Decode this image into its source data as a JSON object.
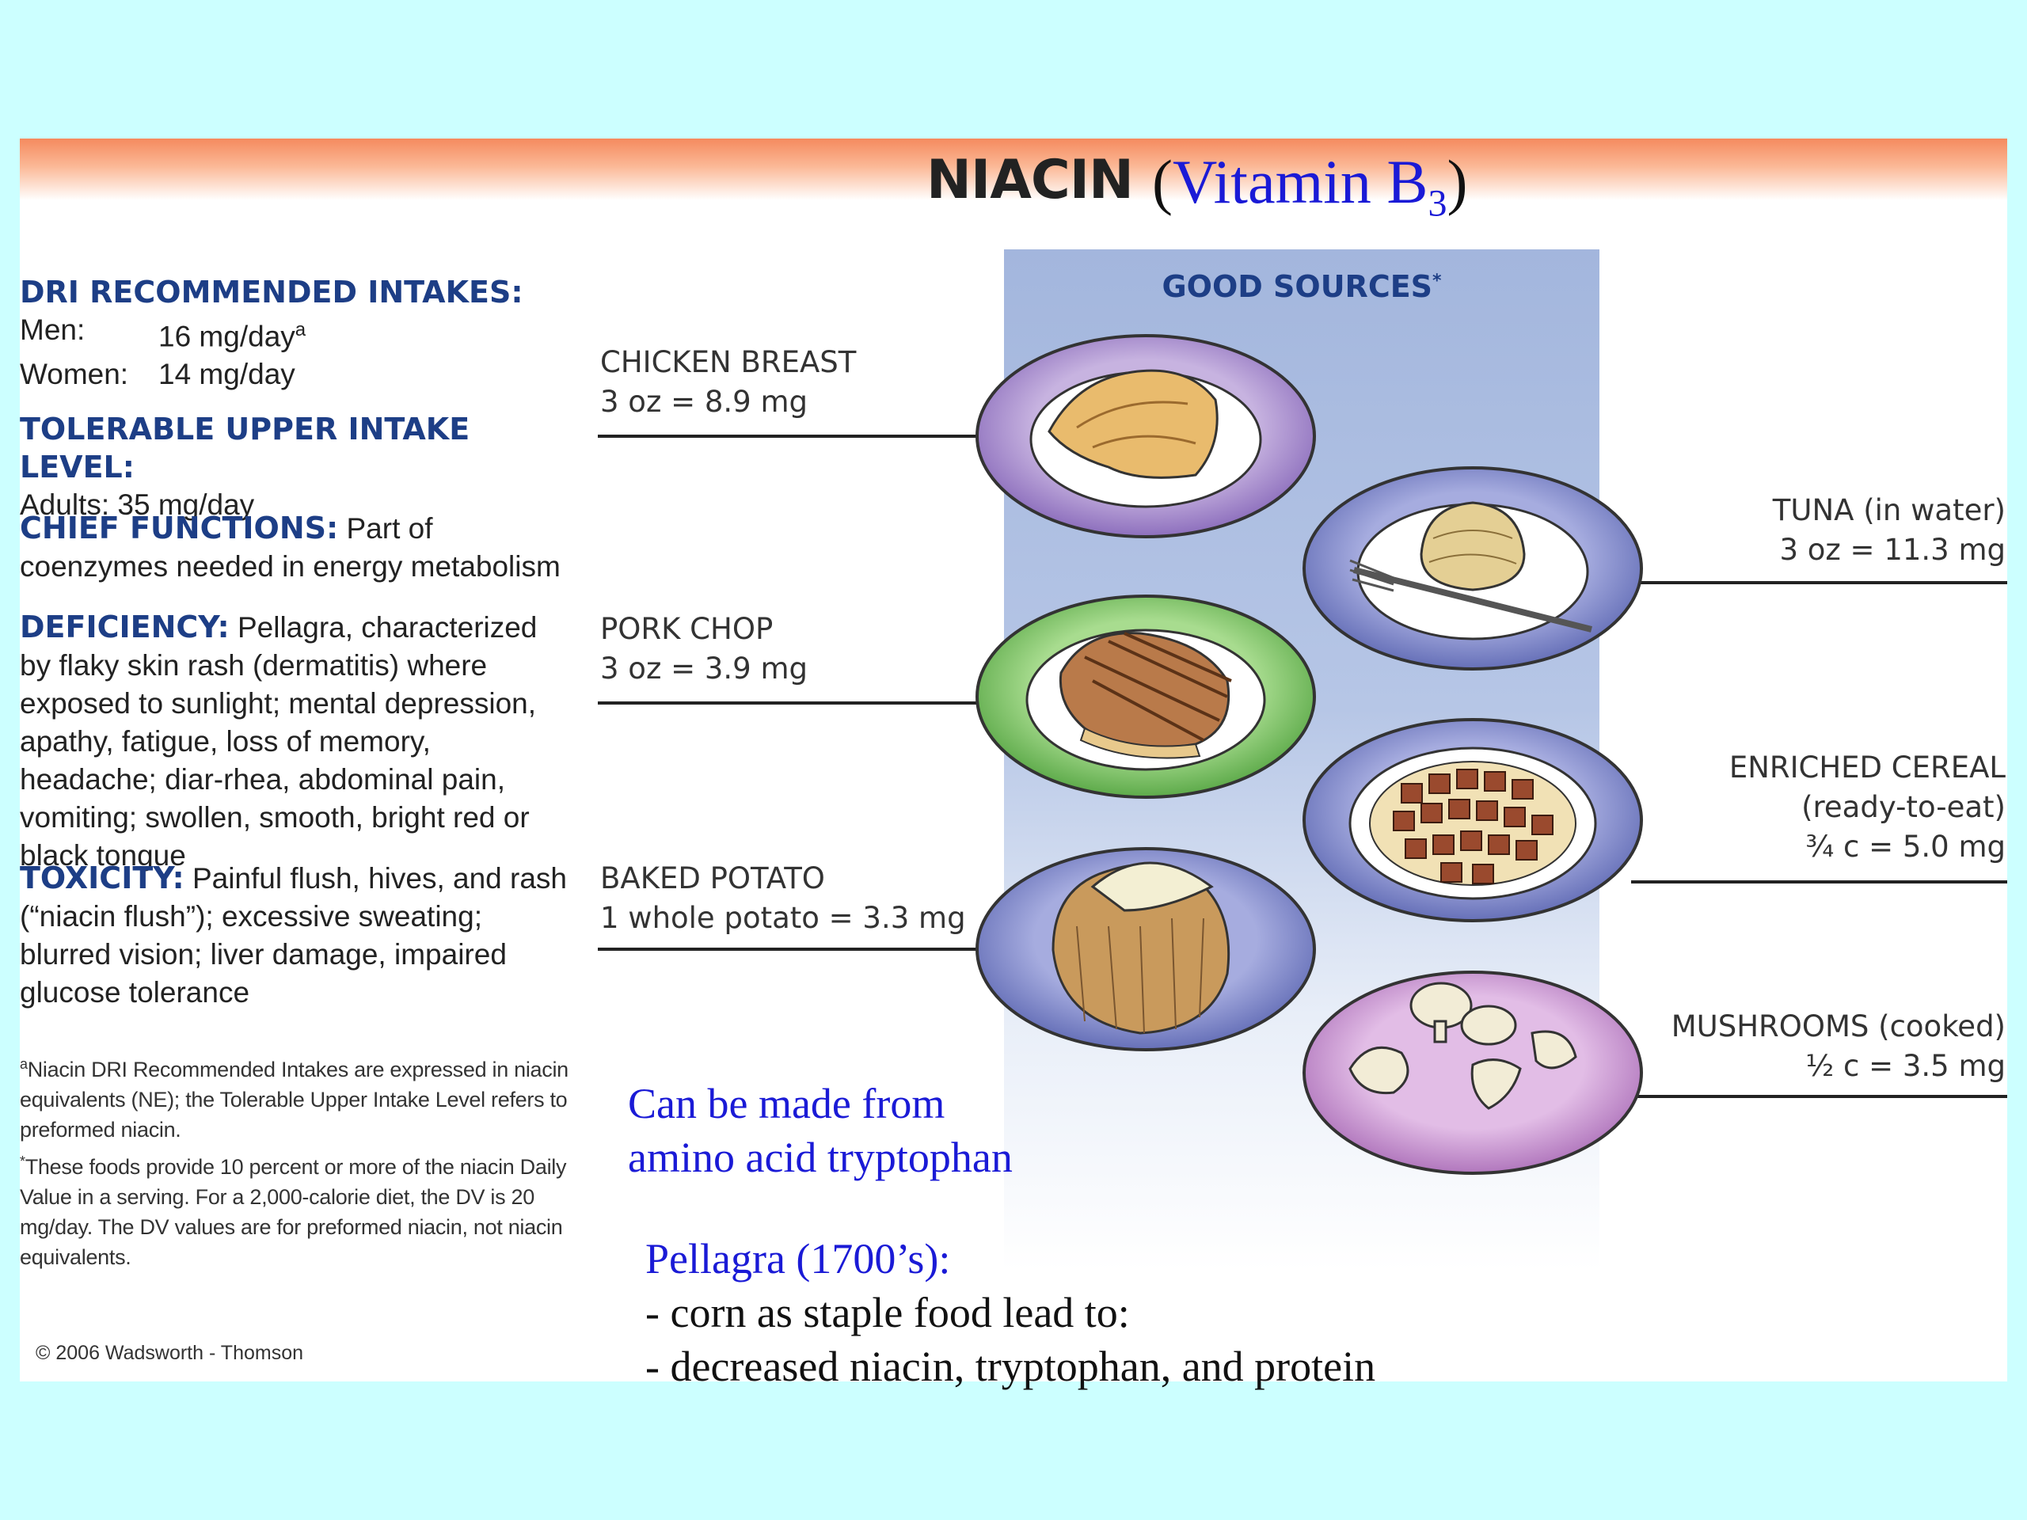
{
  "header": {
    "title": "NIACIN",
    "subtitle_open": "(",
    "subtitle": "Vitamin B",
    "subtitle_sub": "3",
    "subtitle_close": ")"
  },
  "dri": {
    "heading": "DRI RECOMMENDED INTAKES:",
    "men_label": "Men:",
    "men_value": "16 mg/day",
    "men_sup": "a",
    "women_label": "Women:",
    "women_value": "14 mg/day"
  },
  "upper": {
    "heading": "TOLERABLE UPPER INTAKE LEVEL:",
    "text": "Adults: 35 mg/day"
  },
  "functions": {
    "heading": "CHIEF FUNCTIONS:",
    "text": " Part of coenzymes needed in energy metabolism"
  },
  "deficiency": {
    "heading": "DEFICIENCY:",
    "text": " Pellagra, characterized by flaky skin rash (dermatitis) where exposed to sunlight; mental depression, apathy, fatigue, loss of memory, headache; diar-rhea, abdominal pain, vomiting; swollen, smooth, bright red or black tongue"
  },
  "toxicity": {
    "heading": "TOXICITY:",
    "text": " Painful flush, hives, and rash (“niacin flush”); excessive sweating; blurred vision; liver damage, impaired glucose tolerance"
  },
  "footnotes": {
    "a_mark": "a",
    "a_text": "Niacin DRI Recommended Intakes are expressed in niacin equivalents (NE); the Tolerable Upper Intake Level refers to preformed niacin.",
    "star_mark": "*",
    "star_text": "These foods provide 10 percent or more of the niacin Daily Value in a serving. For a 2,000-calorie diet, the DV is 20 mg/day. The DV values are for preformed niacin, not niacin equivalents."
  },
  "copyright": "© 2006 Wadsworth - Thomson",
  "sources": {
    "title": "GOOD SOURCES",
    "title_mark": "*",
    "items": [
      {
        "name": "CHICKEN BREAST",
        "amount": "3 oz = 8.9 mg"
      },
      {
        "name": "PORK CHOP",
        "amount": "3 oz = 3.9 mg"
      },
      {
        "name": "BAKED POTATO",
        "amount": "1 whole potato = 3.3 mg"
      },
      {
        "name": "TUNA (in water)",
        "amount": "3 oz = 11.3 mg"
      },
      {
        "name": "ENRICHED CEREAL",
        "extra": "(ready-to-eat)",
        "amount": "¾ c = 5.0 mg"
      },
      {
        "name": "MUSHROOMS (cooked)",
        "amount": "½ c = 3.5 mg"
      }
    ]
  },
  "notes": {
    "tryptophan_line1": "Can be made from",
    "tryptophan_line2": "amino acid tryptophan",
    "pellagra_heading": "Pellagra (1700’s):",
    "pellagra_line1": "- corn as staple food lead to:",
    "pellagra_line2": "- decreased niacin, tryptophan, and protein"
  },
  "colors": {
    "background": "#ccffff",
    "heading_blue": "#1d3e86",
    "annotation_blue": "#1a1ad6",
    "plate_purple": "#a98fcb",
    "plate_green": "#7fc56a",
    "plate_blue": "#7c86c8",
    "plate_pink": "#c792cf"
  }
}
